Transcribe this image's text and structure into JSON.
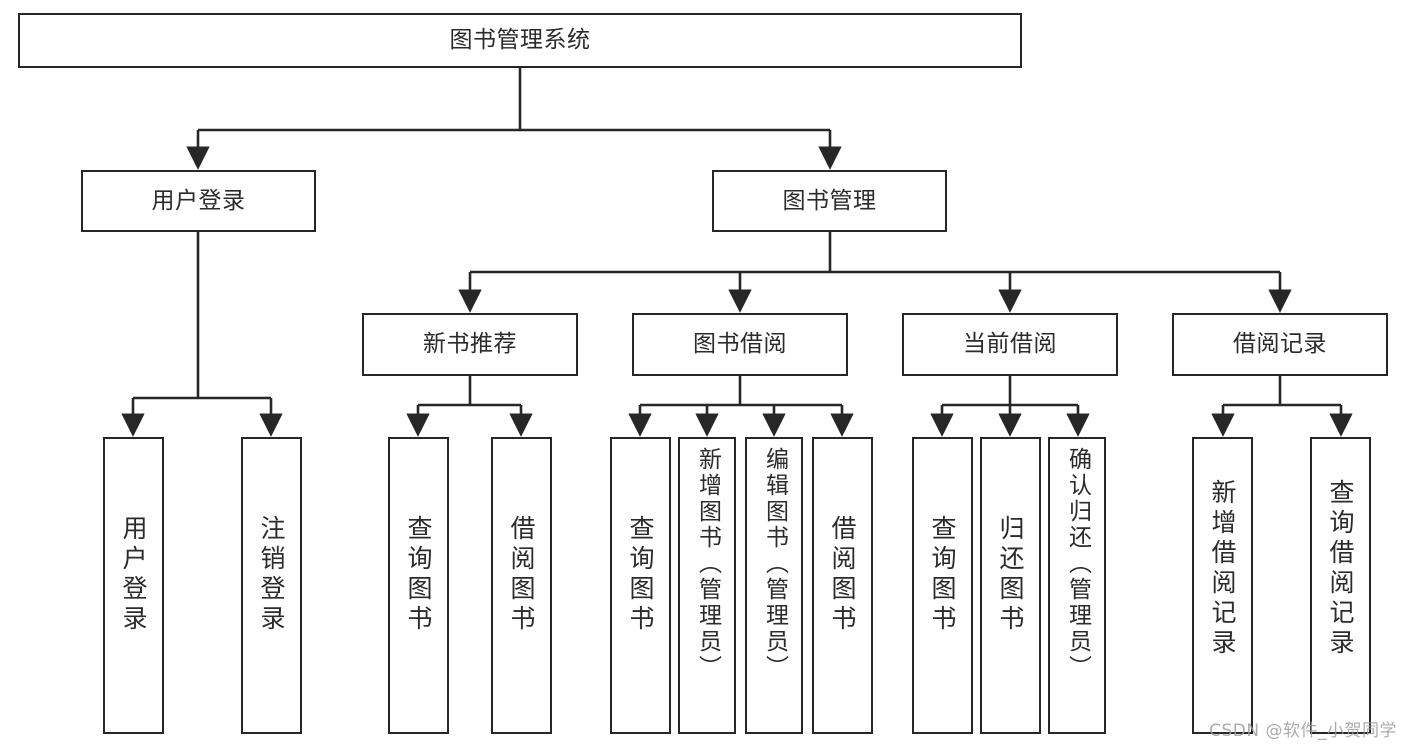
{
  "diagram": {
    "title": "图书管理系统",
    "type": "tree-hierarchy-chart",
    "watermark": "CSDN @软件_小贺同学",
    "colors": {
      "stroke": "#272727",
      "fill": "#ffffff",
      "text": "#2b2b2b",
      "watermark": "#9e9e9e"
    },
    "root": {
      "label": "图书管理系统"
    },
    "level2": [
      {
        "label": "用户登录"
      },
      {
        "label": "图书管理"
      }
    ],
    "level3": [
      {
        "label": "新书推荐"
      },
      {
        "label": "图书借阅"
      },
      {
        "label": "当前借阅"
      },
      {
        "label": "借阅记录"
      }
    ],
    "leaves": {
      "user_login": [
        {
          "label": "用户登录"
        },
        {
          "label": "注销登录"
        }
      ],
      "new_book_recommend": [
        {
          "label": "查询图书"
        },
        {
          "label": "借阅图书"
        }
      ],
      "book_borrow": [
        {
          "label": "查询图书"
        },
        {
          "label": "新增图书（管理员）"
        },
        {
          "label": "编辑图书（管理员）"
        },
        {
          "label": "借阅图书"
        }
      ],
      "current_borrow": [
        {
          "label": "查询图书"
        },
        {
          "label": "归还图书"
        },
        {
          "label": "确认归还（管理员）"
        }
      ],
      "borrow_record": [
        {
          "label": "新增借阅记录"
        },
        {
          "label": "查询借阅记录"
        }
      ]
    }
  }
}
